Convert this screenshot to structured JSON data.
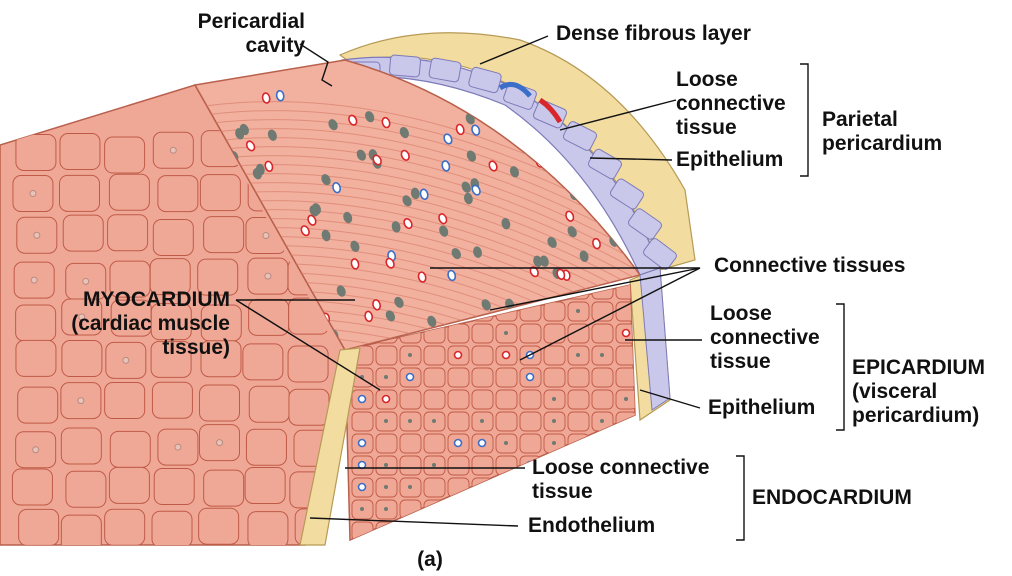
{
  "labels": {
    "pericardial_cavity": [
      "Pericardial",
      "cavity"
    ],
    "dense_fibrous_layer": "Dense fibrous layer",
    "parietal_loose_ct": [
      "Loose",
      "connective",
      "tissue"
    ],
    "parietal_epithelium": "Epithelium",
    "parietal_pericardium": [
      "Parietal",
      "pericardium"
    ],
    "connective_tissues": "Connective tissues",
    "myocardium": [
      "MYOCARDIUM",
      "(cardiac muscle",
      "tissue)"
    ],
    "epicardium_loose_ct": [
      "Loose",
      "connective",
      "tissue"
    ],
    "epicardium": [
      "EPICARDIUM",
      "(visceral",
      "pericardium)"
    ],
    "epicardium_epithelium": "Epithelium",
    "endocardium_loose_ct": [
      "Loose connective",
      "tissue"
    ],
    "endocardium": "ENDOCARDIUM",
    "endothelium": "Endothelium",
    "panel_letter": "(a)"
  },
  "colors": {
    "muscle": "#f0a896",
    "muscle_dark": "#d8806c",
    "cell_outline": "#c05a48",
    "connective": "#f2dca0",
    "connective_stripe": "#c9a860",
    "epithelium": "#c9c8ea",
    "epithelium_outline": "#7d7ab8",
    "vessel_red": "#d8262a",
    "vessel_blue": "#3a6ec8",
    "nucleus": "#6e7a72"
  }
}
